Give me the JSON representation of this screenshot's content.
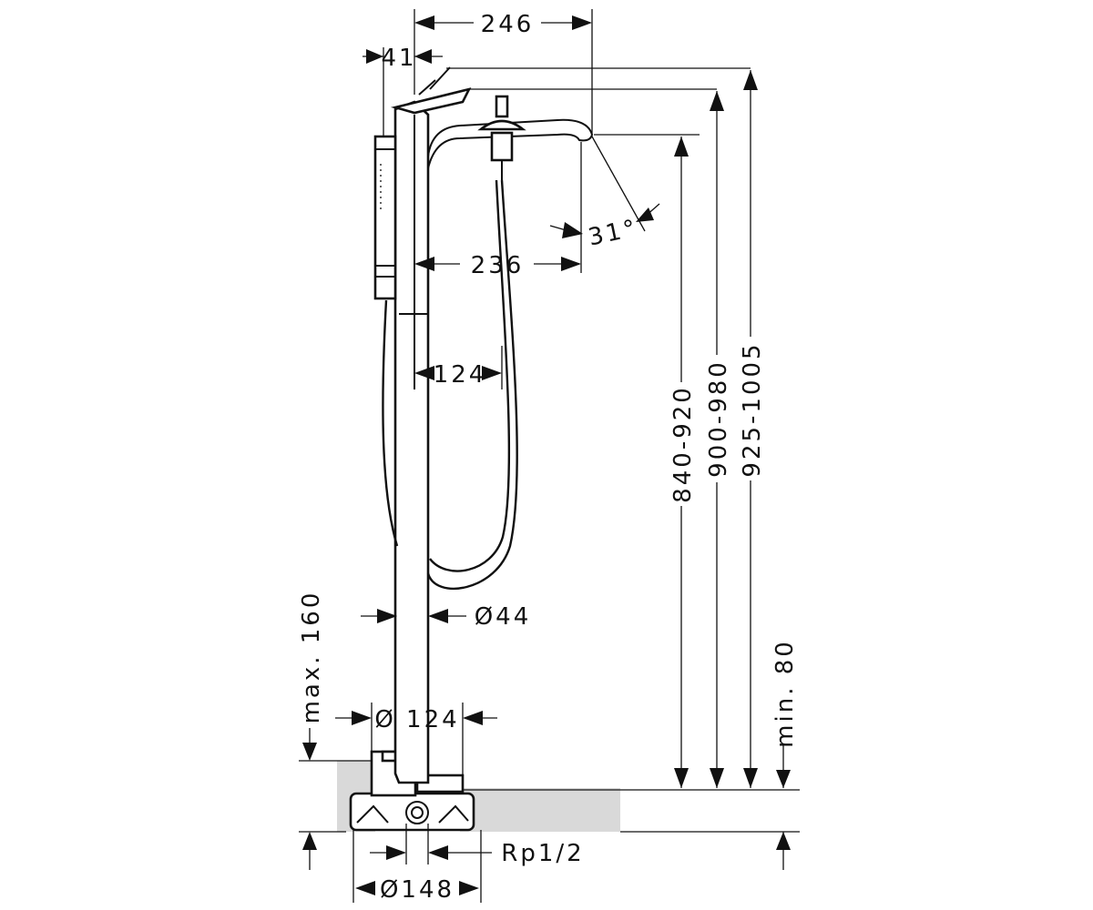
{
  "colors": {
    "line": "#111111",
    "floor_fill": "#d9d9d9",
    "background": "#ffffff"
  },
  "dimensions": {
    "spout_reach_top": "246",
    "handshower_offset": "41",
    "spout_reach": "236",
    "spout_angle": "31°",
    "hose_offset": "124",
    "height_spout": "840-920",
    "height_lever": "900-980",
    "height_max": "925-1005",
    "pipe_diameter": "Ø44",
    "base_max_height": "max. 160",
    "cover_diameter": "Ø 124",
    "floor_min_depth": "min. 80",
    "connection_thread": "Rp1/2",
    "base_diameter": "Ø148"
  }
}
